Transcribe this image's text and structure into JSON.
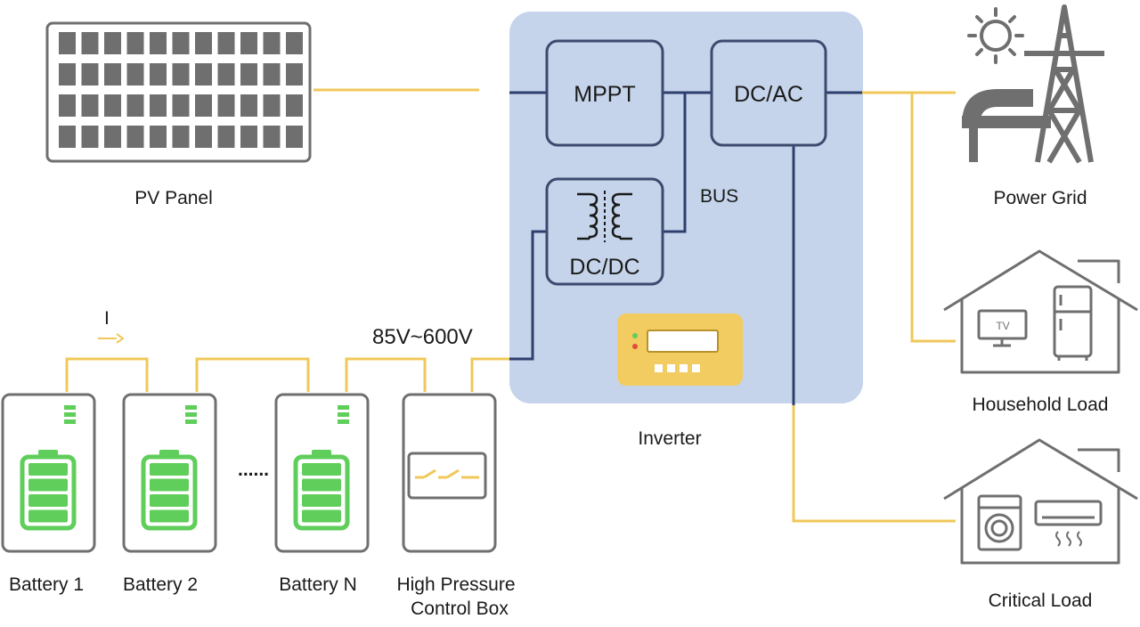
{
  "pv_panel": {
    "label": "PV Panel"
  },
  "inverter": {
    "label": "Inverter",
    "mppt_label": "MPPT",
    "dcac_label": "DC/AC",
    "dcdc_label": "DC/DC",
    "bus_label": "BUS"
  },
  "voltage_label": "85V~600V",
  "current_label": "I",
  "batteries": [
    {
      "label": "Battery 1"
    },
    {
      "label": "Battery 2"
    },
    {
      "label": "Battery N"
    }
  ],
  "ellipsis": "......",
  "control_box": {
    "label_line1": "High Pressure",
    "label_line2": "Control Box"
  },
  "power_grid": {
    "label": "Power Grid"
  },
  "household_load": {
    "label": "Household Load",
    "tv_text": "TV"
  },
  "critical_load": {
    "label": "Critical Load"
  },
  "colors": {
    "wire_yellow": "#f0c85a",
    "wire_navy": "#2e3f6e",
    "inverter_bg": "#c5d4ea",
    "module_stroke": "#3c4a6e",
    "battery_green": "#5fce5a",
    "device_gray": "#6f6f6f",
    "inverter_device": "#f2cc60"
  }
}
